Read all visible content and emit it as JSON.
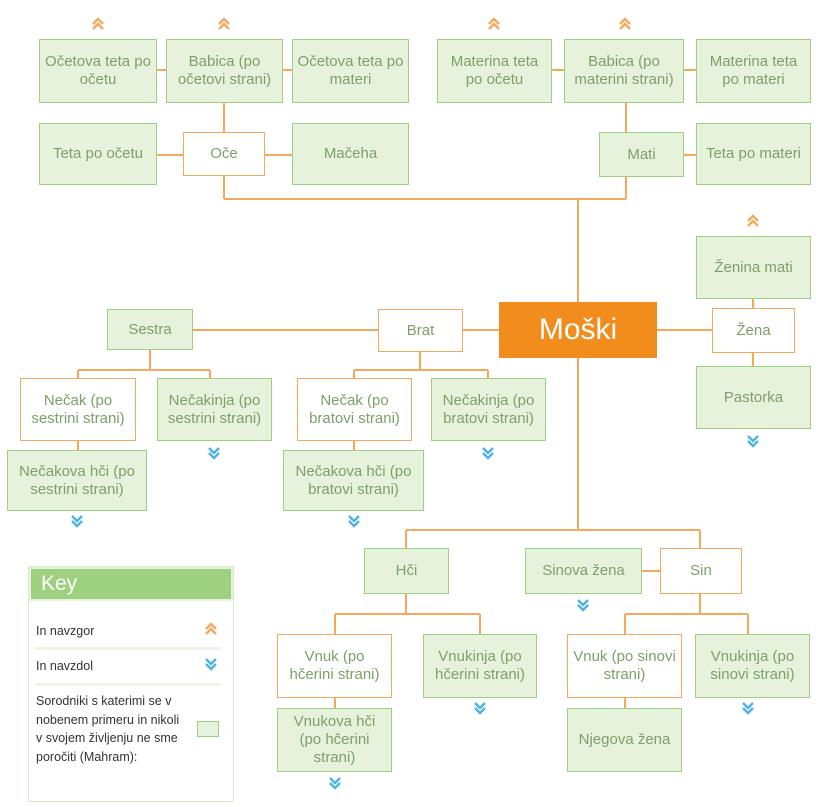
{
  "nodes": {
    "oceteta_po_ocetu": "Očetova teta po očetu",
    "babica_po_ocetovi": "Babica (po očetovi strani)",
    "oceteta_po_materi": "Očetova teta po materi",
    "materina_teta_po_ocetu": "Materina teta po očetu",
    "babica_po_materini": "Babica (po materini strani)",
    "materina_teta_po_materi": "Materina teta po materi",
    "teta_po_ocetu": "Teta po očetu",
    "oce": "Oče",
    "maceha": "Mačeha",
    "mati": "Mati",
    "teta_po_materi": "Teta po materi",
    "zenina_mati": "Ženina mati",
    "sestra": "Sestra",
    "brat": "Brat",
    "moski": "Moški",
    "zena": "Žena",
    "necak_sestrini": "Nečak (po sestrini strani)",
    "necakinja_sestrini": "Nečakinja (po sestrini strani)",
    "necak_bratovi": "Nečak (po bratovi strani)",
    "necakinja_bratovi": "Nečakinja (po bratovi strani)",
    "pastorka": "Pastorka",
    "necakova_hci_sestrini": "Nečakova hči (po sestrini strani)",
    "necakova_hci_bratovi": "Nečakova hči (po bratovi strani)",
    "hci": "Hči",
    "sinova_zena": "Sinova žena",
    "sin": "Sin",
    "vnuk_hcerini": "Vnuk (po hčerini strani)",
    "vnukinja_hcerini": "Vnukinja (po hčerini strani)",
    "vnuk_sinovi": "Vnuk (po sinovi strani)",
    "vnukinja_sinovi": "Vnukinja (po sinovi strani)",
    "vnukova_hci_hcerini": "Vnukova hči (po hčerini strani)",
    "njegova_zena": "Njegova žena"
  },
  "key": {
    "title": "Key",
    "up": "In navzgor",
    "down": "In navzdol",
    "mahram": "Sorodniki s katerimi se v nobenem primeru in nikoli v svojem življenju ne sme poročiti (Mahram):"
  },
  "colors": {
    "mahram_fill": "#e6f2dc",
    "mahram_border": "#9dd07f",
    "non_mahram_border": "#f5a95c",
    "main": "#f28c1d",
    "line": "#f5a95c",
    "up_arrow": "#f5a95c",
    "down_arrow": "#4db3e6"
  },
  "icons": {
    "up": "double-chevron-up-icon",
    "down": "double-chevron-down-icon"
  }
}
